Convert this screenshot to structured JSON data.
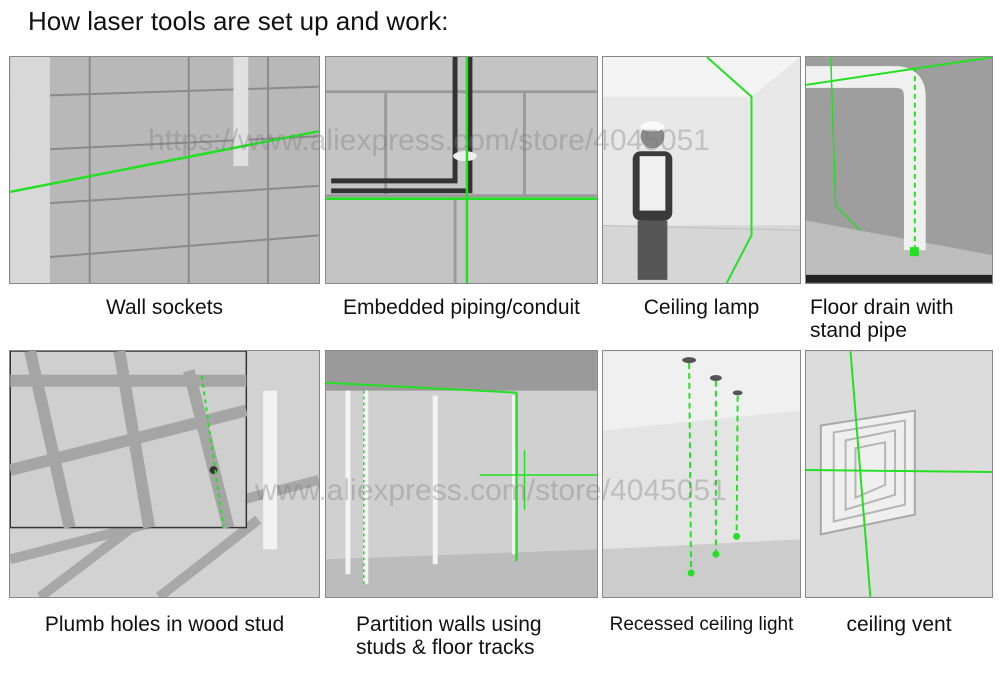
{
  "title": "How laser tools are set up and work:",
  "watermark": "https://www.aliexpress.com/store/4045051",
  "watermark2": "www.aliexpress.com/store/4045051",
  "laser_color": "#22e022",
  "items": [
    {
      "caption": "Wall sockets",
      "icon": "brick-wall-laser-line"
    },
    {
      "caption": "Embedded piping/conduit",
      "icon": "block-wall-conduit-cross"
    },
    {
      "caption": "Ceiling lamp",
      "icon": "worker-room-laser"
    },
    {
      "caption_line1": "Floor drain with",
      "caption_line2": "stand pipe",
      "icon": "pipe-plumb-dot"
    },
    {
      "caption": "Plumb holes in wood stud",
      "icon": "wood-stud-plumb"
    },
    {
      "caption_line1": "Partition walls using",
      "caption_line2": "studs & floor tracks",
      "icon": "partition-frame"
    },
    {
      "caption": "Recessed ceiling light",
      "icon": "ceiling-light-plumb"
    },
    {
      "caption": "ceiling vent",
      "icon": "vent-cross"
    }
  ]
}
